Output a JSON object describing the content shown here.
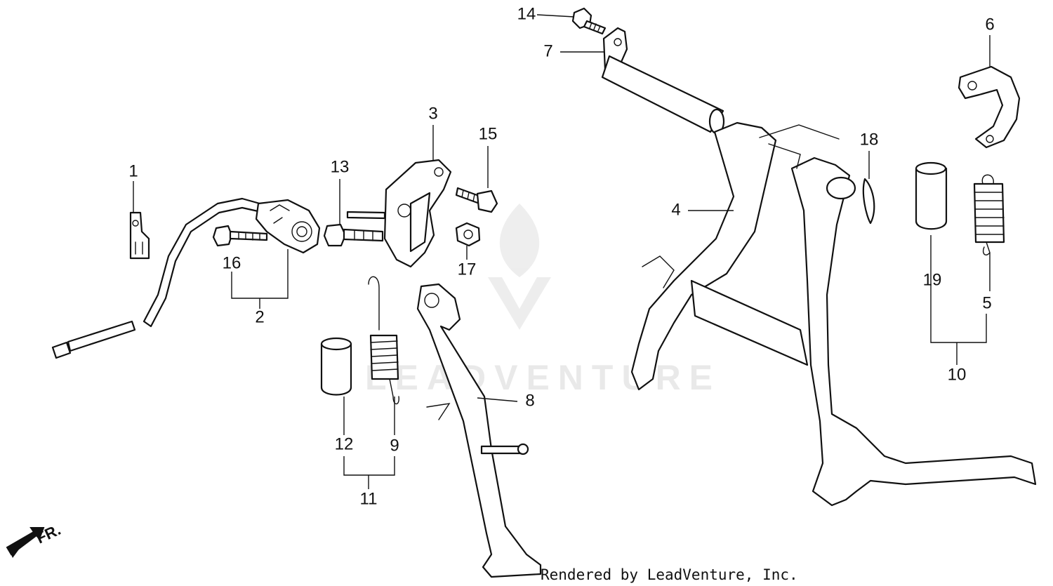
{
  "diagram": {
    "callouts": [
      "1",
      "2",
      "3",
      "4",
      "5",
      "6",
      "7",
      "8",
      "9",
      "10",
      "11",
      "12",
      "13",
      "14",
      "15",
      "16",
      "17",
      "18",
      "19"
    ],
    "direction_label": "FR.",
    "watermark_text": "LEADVENTURE",
    "footer_credit": "Rendered by LeadVenture, Inc.",
    "colors": {
      "line": "#111111",
      "background": "#ffffff",
      "watermark": "#d8d8d8"
    },
    "icons": [
      "front-direction-arrow-icon",
      "leadventure-flame-logo-icon"
    ]
  }
}
